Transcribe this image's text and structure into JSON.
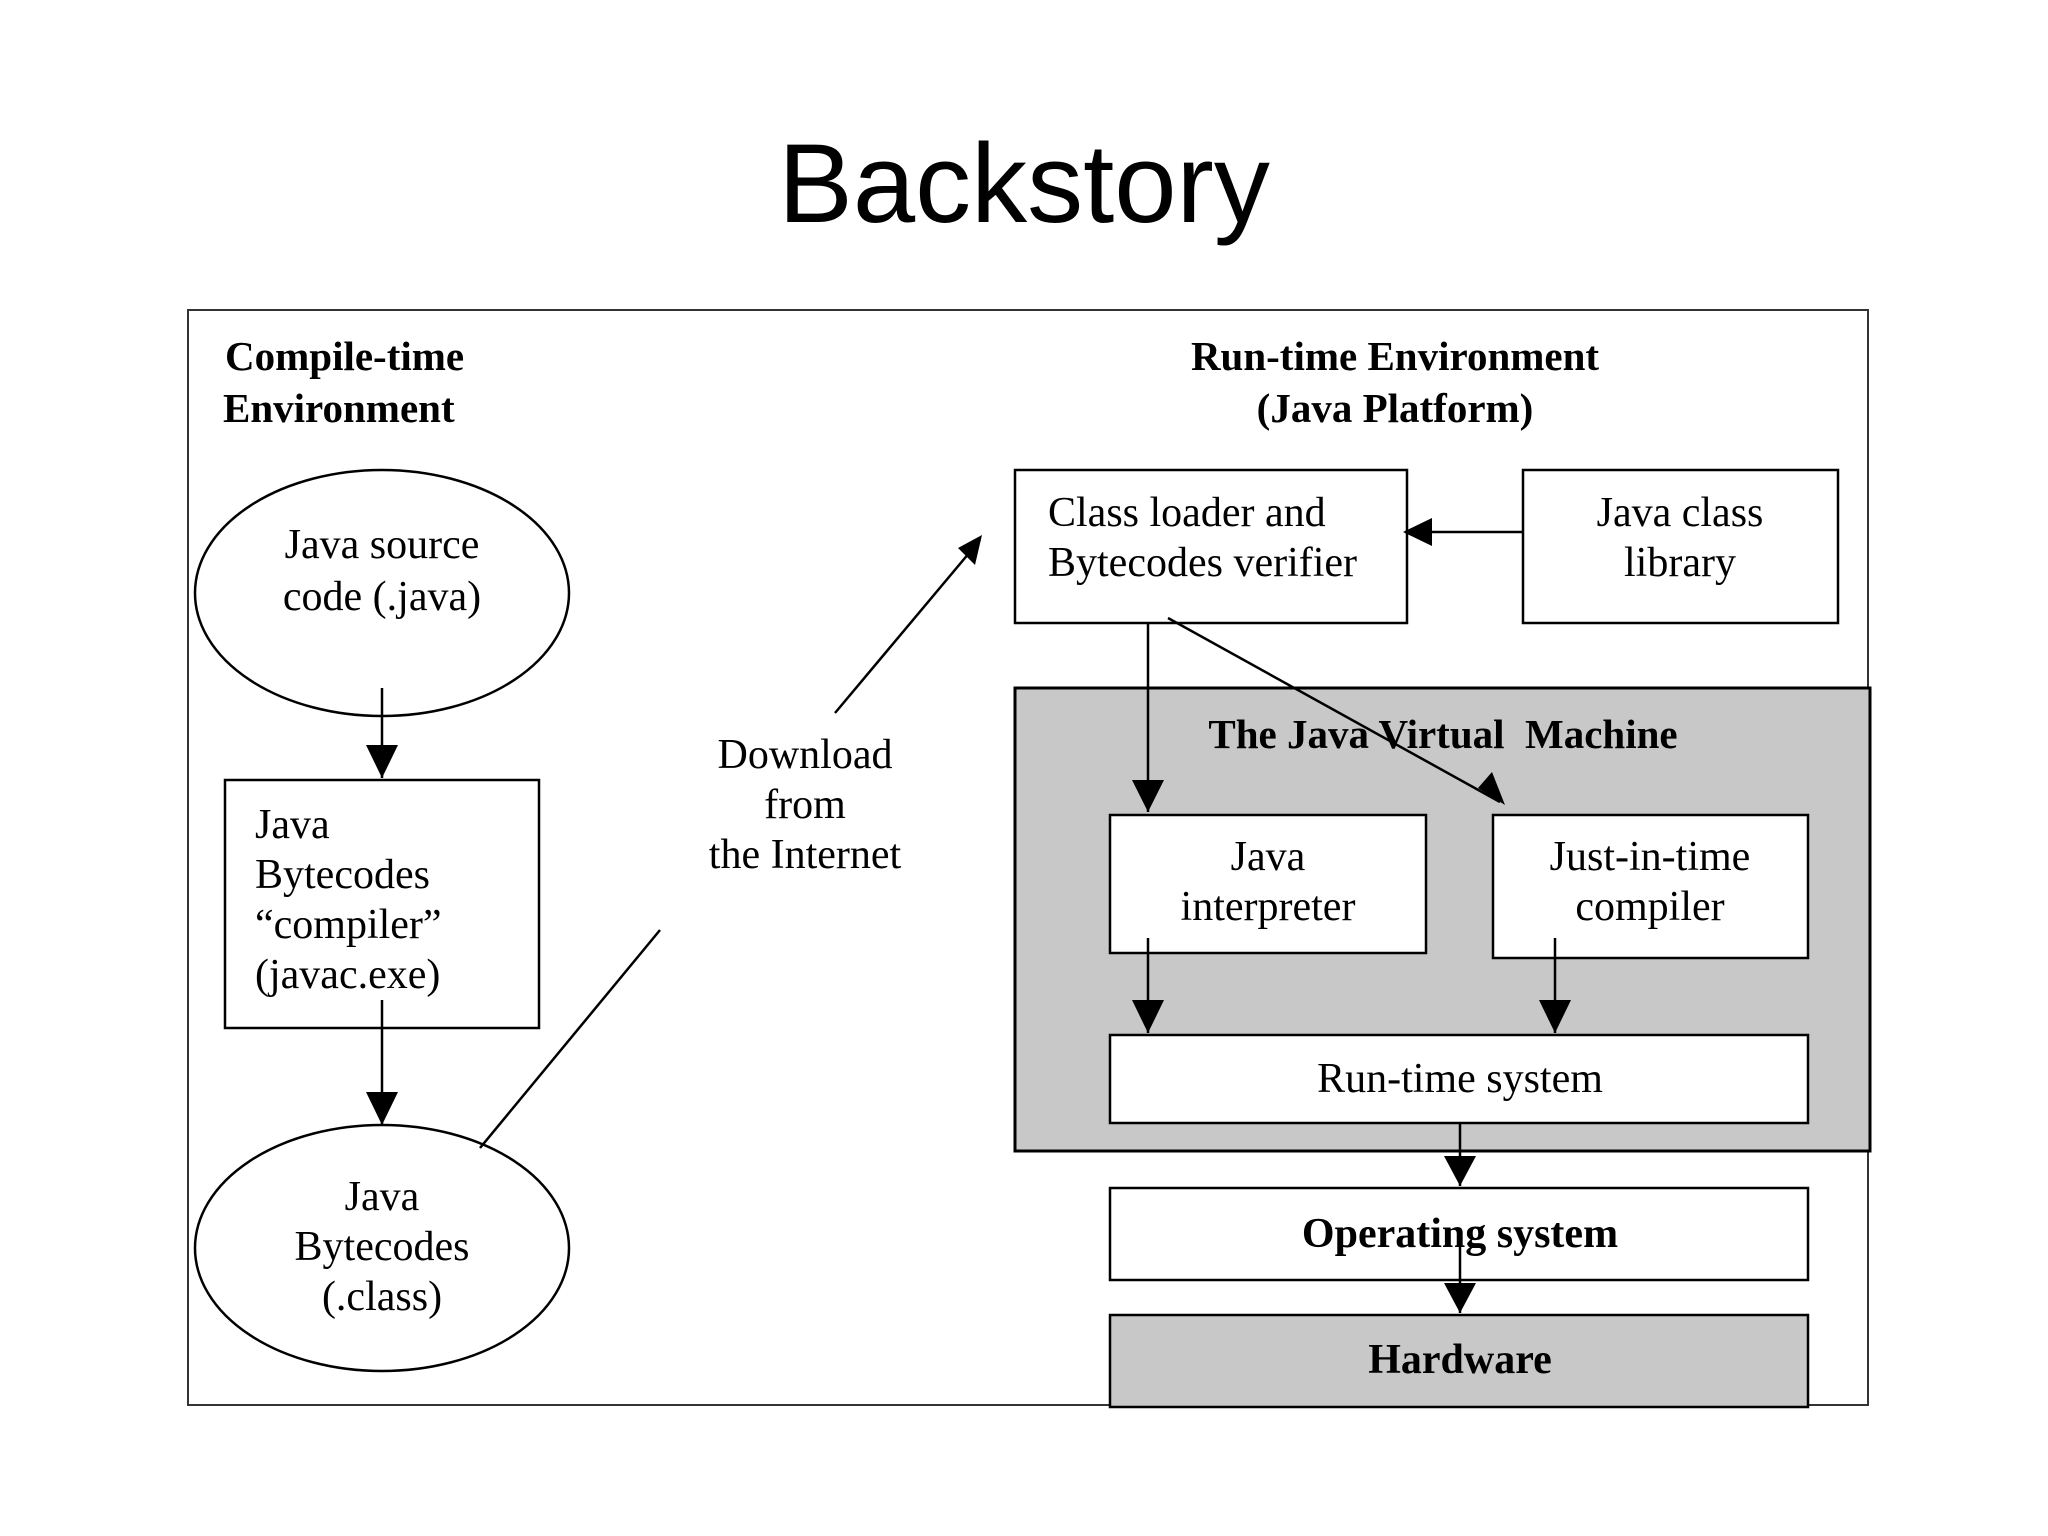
{
  "slide": {
    "title": "Backstory"
  },
  "diagram": {
    "compile_time": {
      "header_line1": "Compile-time",
      "header_line2": "Environment",
      "source_node": [
        "Java source",
        "code (.java)"
      ],
      "compiler_node": [
        "Java",
        "Bytecodes",
        "“compiler”",
        "(javac.exe)"
      ],
      "bytecodes_node": [
        "Java",
        "Bytecodes",
        "(.class)"
      ]
    },
    "download": {
      "lines": [
        "Download",
        "from",
        "the Internet"
      ]
    },
    "run_time": {
      "header_line1": "Run-time Environment",
      "header_line2": "(Java Platform)",
      "class_loader": [
        "Class loader and",
        "Bytecodes verifier"
      ],
      "class_library": [
        "Java class",
        "library"
      ],
      "jvm_title": "The Java Virtual  Machine",
      "interpreter": [
        "Java",
        "interpreter"
      ],
      "jit": [
        "Just-in-time",
        "compiler"
      ],
      "runtime_system": "Run-time system",
      "os": "Operating system",
      "hardware": "Hardware"
    },
    "colors": {
      "jvm_fill": "#c8c8c8",
      "hardware_fill": "#c8c8c8",
      "stroke": "#000000",
      "frame": "#333333"
    }
  }
}
